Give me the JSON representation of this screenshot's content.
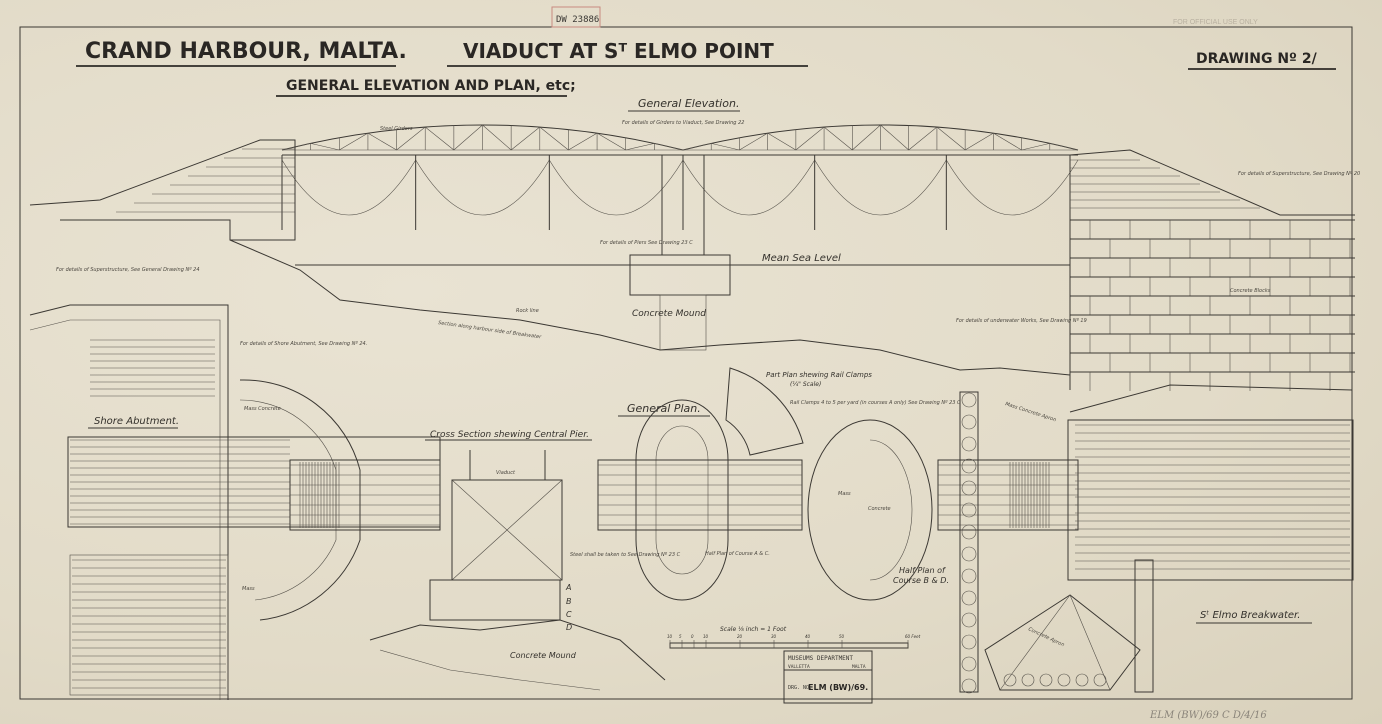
{
  "header": {
    "title_left": "CRAND HARBOUR, MALTA.",
    "title_center": "VIADUCT  AT  Sᵀ ELMO  POINT",
    "subtitle": "GENERAL  ELEVATION  AND  PLAN, etc;",
    "drawing_number": "DRAWING  Nº 2/",
    "red_stamp": "DW 23886",
    "restriction": "FOR OFFICIAL USE ONLY"
  },
  "views": {
    "general_elevation": "General Elevation.",
    "general_plan": "General Plan.",
    "cross_section": "Cross Section shewing Central Pier.",
    "shore_abutment": "Shore Abutment.",
    "part_plan": "Part Plan shewing Rail Clamps",
    "part_plan_scale": "(¼\" Scale)",
    "half_plan_ac": "Half Plan of Course A & C.",
    "half_plan_bd_1": "Half Plan of",
    "half_plan_bd_2": "Course B & D.",
    "breakwater": "Sᵗ Elmo  Breakwater."
  },
  "labels": {
    "mean_sea_level": "Mean Sea Level",
    "concrete_mound": "Concrete  Mound",
    "concrete_mound_section": "Concrete Mound",
    "concrete_blocks": "Concrete Blocks",
    "mass_concrete_apron": "Mass  Concrete  Apron",
    "concrete_apron": "Concrete  Apron",
    "mass_concrete": "Mass  Concrete",
    "mass": "Mass",
    "concrete": "Concrete",
    "steel_girders": "Steel Girders",
    "viaduct": "Viaduct",
    "rock_line": "Rock line",
    "section_breakwater": "Section along harbour side of Breakwater",
    "course_letters": [
      "A",
      "B",
      "C",
      "D"
    ]
  },
  "notes": {
    "girders_ref": "For details of Girders to Viaduct, See Drawing 22",
    "superstructure_ref": "For details of Superstructure, See General Drawing Nº 24",
    "superstructure_ref_right": "For details of Superstructure, See Drawing Nº 20",
    "abutment_ref": "For details of Shore Abutment, See Drawing Nº 24.",
    "underwater_ref": "For details of underwater Works, See Drawing Nº 19",
    "pier_ref": "For details of Piers See Drawing 23 C",
    "rail_clamps_ref": "Rail Clamps 4 to 5 per yard (in courses A only) See Drawing Nº 23 C",
    "steel_shoe_ref": "Steel shall be taken to See Drawing Nº 23 C"
  },
  "scale_bar": {
    "label": "Scale ⅛ inch = 1 Foot",
    "ticks": [
      "10",
      "5",
      "0",
      "10",
      "20",
      "30",
      "40",
      "50",
      "60 Feet"
    ]
  },
  "title_block": {
    "department": "MUSEUMS  DEPARTMENT",
    "city": "VALLETTA",
    "country": "MALTA",
    "drg_label": "DRG. NO.",
    "drg_number": "ELM (BW)/69."
  },
  "handwritten_ref": "ELM (BW)/69  C D/4/16",
  "colors": {
    "paper": "#e4ddcb",
    "ink": "#3b3833",
    "stamp_red": "#c98a80"
  }
}
